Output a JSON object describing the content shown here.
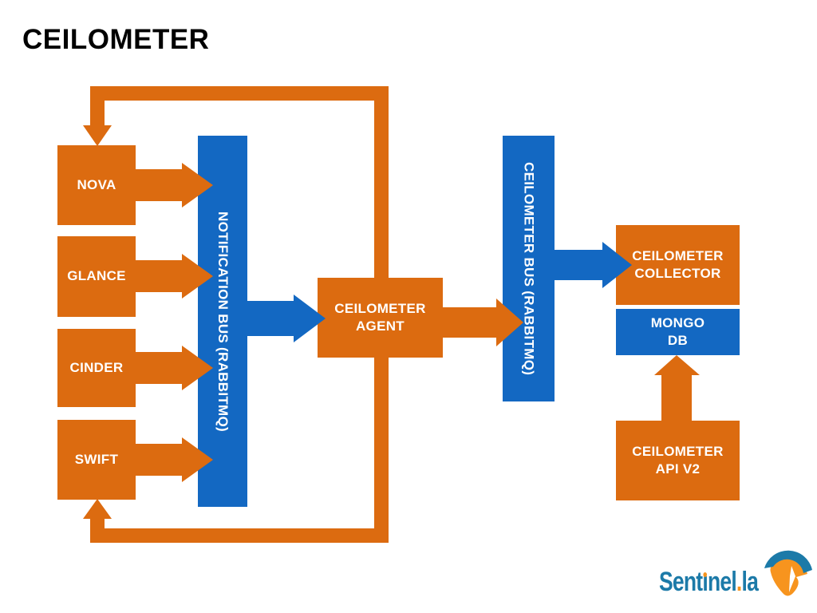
{
  "title": "CEILOMETER",
  "colors": {
    "orange": "#DC6B10",
    "blue": "#1368C2",
    "box_text": "#FFFFFF",
    "title_text": "#000000",
    "logo_blue": "#1C7AA8",
    "logo_orange": "#F7941E",
    "background": "#FFFFFF"
  },
  "nodes": {
    "nova": {
      "label": "NOVA"
    },
    "glance": {
      "label": "GLANCE"
    },
    "cinder": {
      "label": "CINDER"
    },
    "swift": {
      "label": "SWIFT"
    },
    "notification_bus": {
      "label": "NOTIFICATION BUS (RABBITMQ)"
    },
    "ceilometer_agent": {
      "label": "CEILOMETER\nAGENT"
    },
    "ceilometer_bus": {
      "label": "CEILOMETER BUS (RABBITMQ)"
    },
    "ceilometer_collector": {
      "label": "CEILOMETER\nCOLLECTOR"
    },
    "mongo_db": {
      "label": "MONGO\nDB"
    },
    "ceilometer_api_v2": {
      "label": "CEILOMETER\nAPI V2"
    }
  },
  "edges": [
    {
      "from": "nova",
      "to": "notification_bus",
      "color": "#DC6B10"
    },
    {
      "from": "glance",
      "to": "notification_bus",
      "color": "#DC6B10"
    },
    {
      "from": "cinder",
      "to": "notification_bus",
      "color": "#DC6B10"
    },
    {
      "from": "swift",
      "to": "notification_bus",
      "color": "#DC6B10"
    },
    {
      "from": "notification_bus",
      "to": "ceilometer_agent",
      "color": "#1368C2"
    },
    {
      "from": "ceilometer_agent",
      "to": "ceilometer_bus",
      "color": "#DC6B10"
    },
    {
      "from": "ceilometer_bus",
      "to": "ceilometer_collector",
      "color": "#1368C2"
    },
    {
      "from": "ceilometer_api_v2",
      "to": "mongo_db",
      "color": "#DC6B10"
    },
    {
      "from": "ceilometer_agent",
      "to": "nova",
      "color": "#DC6B10",
      "kind": "feedback-loop"
    },
    {
      "from": "ceilometer_agent",
      "to": "swift",
      "color": "#DC6B10",
      "kind": "feedback-loop"
    }
  ],
  "logo": {
    "sent": "Sent",
    "dotless_i": "ı",
    "nel": "nel",
    "dot": ".",
    "la": "la"
  }
}
